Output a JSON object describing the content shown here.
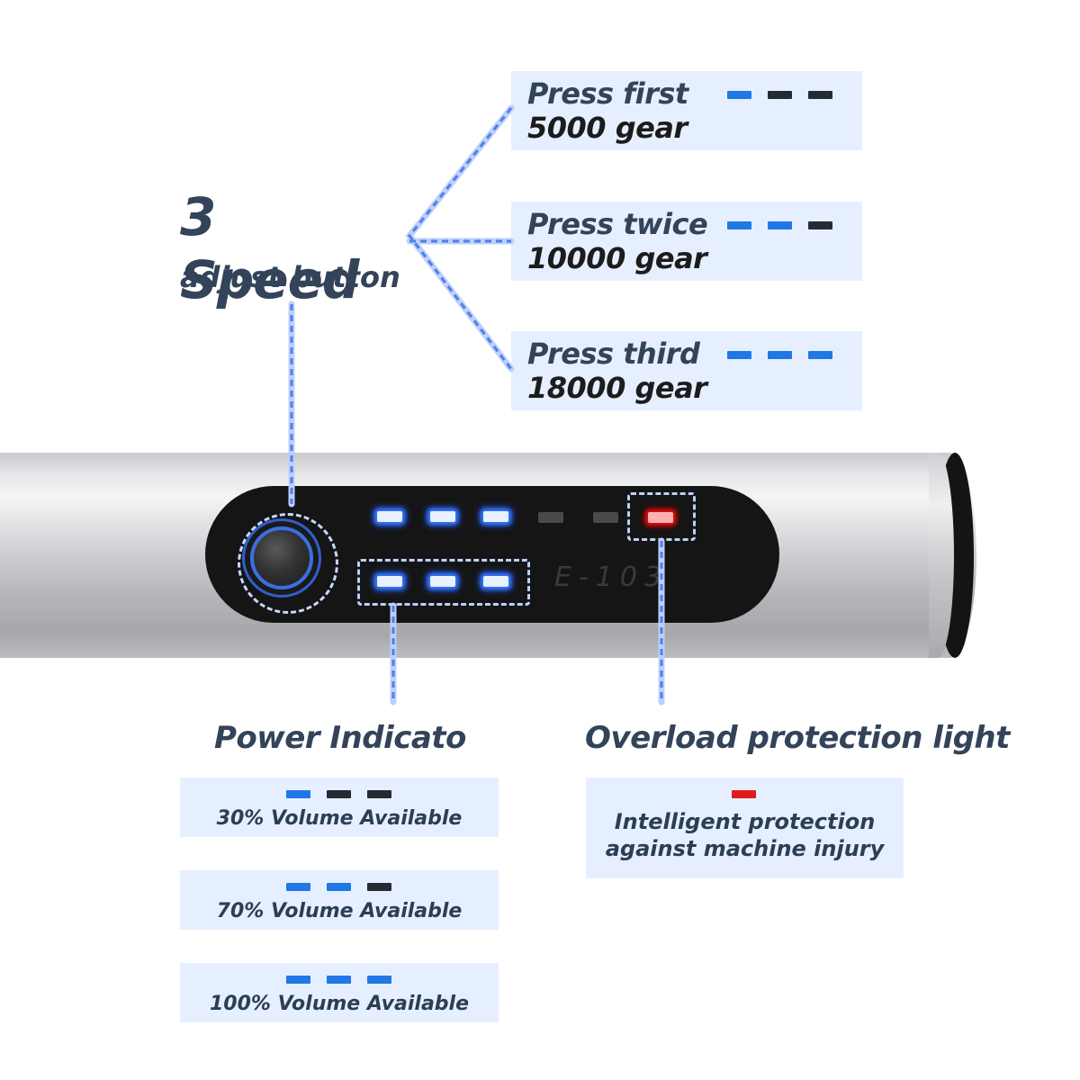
{
  "colors": {
    "blue": "#1f78e6",
    "dark": "#252b33",
    "red": "#e01b1b",
    "box_bg": "#e6efff"
  },
  "speed_button": {
    "title": "3 Speed",
    "subtitle": "adjust button"
  },
  "speed_levels": [
    {
      "line1": "Press first",
      "line2": "5000 gear",
      "indicator": [
        "blue",
        "dark",
        "dark"
      ]
    },
    {
      "line1": "Press twice",
      "line2": "10000 gear",
      "indicator": [
        "blue",
        "blue",
        "dark"
      ]
    },
    {
      "line1": "Press third",
      "line2": "18000 gear",
      "indicator": [
        "blue",
        "blue",
        "blue"
      ]
    }
  ],
  "device": {
    "model": "E-103",
    "top_leds": [
      "blue",
      "blue",
      "blue",
      "off",
      "off",
      "red"
    ],
    "power_leds": [
      "blue",
      "blue",
      "blue"
    ]
  },
  "power_indicator": {
    "title": "Power Indicato",
    "levels": [
      {
        "label": "30% Volume Available",
        "indicator": [
          "blue",
          "dark",
          "dark"
        ]
      },
      {
        "label": "70% Volume Available",
        "indicator": [
          "blue",
          "blue",
          "dark"
        ]
      },
      {
        "label": "100% Volume Available",
        "indicator": [
          "blue",
          "blue",
          "blue"
        ]
      }
    ]
  },
  "overload": {
    "title": "Overload protection light",
    "caption_line1": "Intelligent protection",
    "caption_line2": "against machine injury",
    "indicator": "red"
  }
}
